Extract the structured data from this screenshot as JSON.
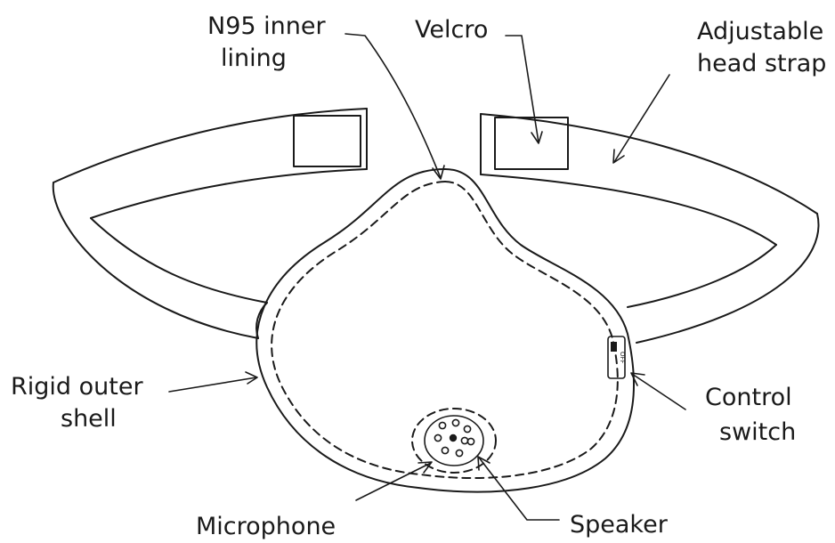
{
  "labels": {
    "n95_lining": [
      "N95 inner",
      "lining"
    ],
    "velcro": "Velcro",
    "head_strap": [
      "Adjustable",
      "head strap"
    ],
    "outer_shell": [
      "Rigid outer",
      "shell"
    ],
    "control_switch": [
      "Control",
      "switch"
    ],
    "microphone": "Microphone",
    "speaker": "Speaker",
    "switch_text": "OFF"
  }
}
